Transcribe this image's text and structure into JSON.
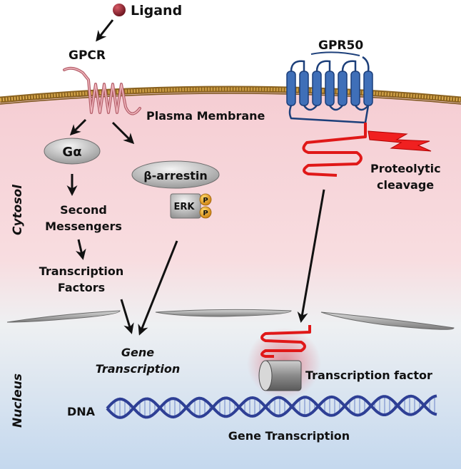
{
  "labels": {
    "ligand": "Ligand",
    "gpcr": "GPCR",
    "gpr50": "GPR50",
    "plasma_membrane": "Plasma Membrane",
    "g_alpha": "Gα",
    "beta_arrestin": "β-arrestin",
    "erk": "ERK",
    "phospho": "P",
    "second_messengers_line1": "Second",
    "second_messengers_line2": "Messengers",
    "transcription_factors_line1": "Transcription",
    "transcription_factors_line2": "Factors",
    "proteolytic_line1": "Proteolytic",
    "proteolytic_line2": "cleavage",
    "gene_transcription_line1": "Gene",
    "gene_transcription_line2": "Transcription",
    "transcription_factor": "Transcription factor",
    "dna": "DNA",
    "gene_transcription_bottom": "Gene Transcription",
    "cytosol": "Cytosol",
    "nucleus": "Nucleus"
  },
  "colors": {
    "membrane": "#b8862f",
    "cytosol_top": "#f3c4cc",
    "nucleus_bottom": "#c6d9ef",
    "gpcr_receptor": "#d98a93",
    "gpr50_receptor": "#2f5fa6",
    "cleaved_fragment": "#e01818",
    "ligand": "#8a1a24",
    "phospho": "#e8a21b",
    "dna_strand": "#2e3f95"
  }
}
